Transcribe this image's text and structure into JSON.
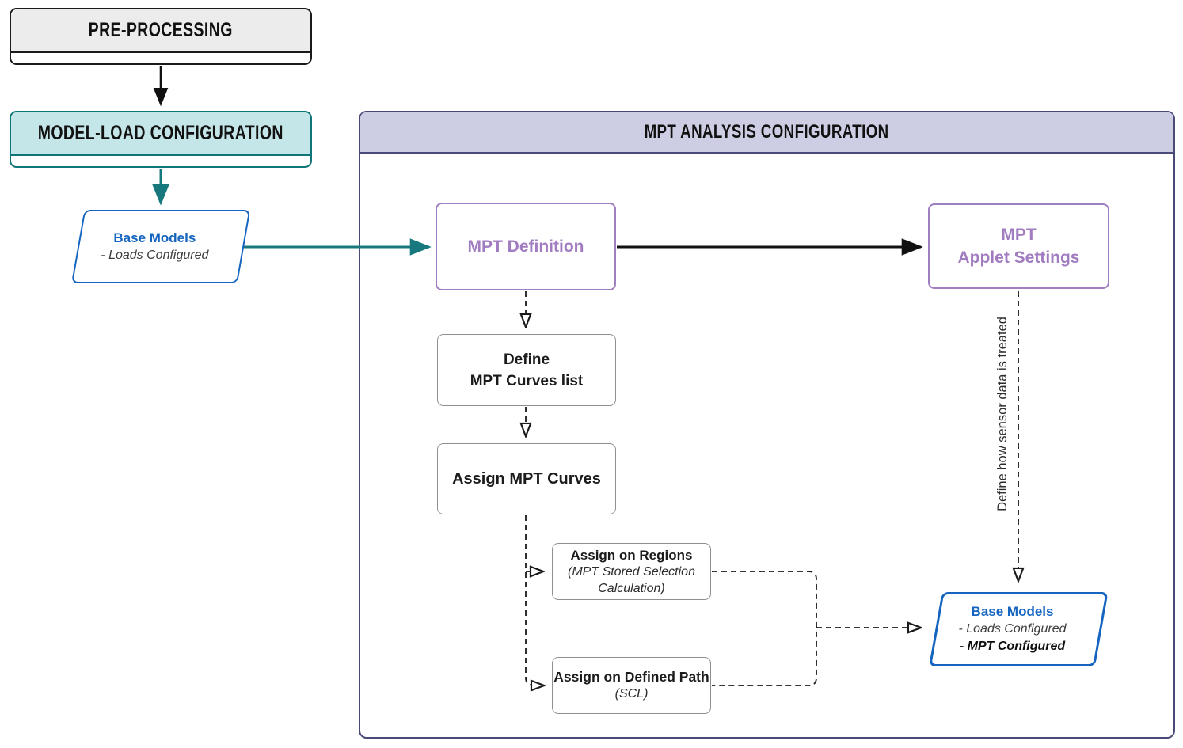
{
  "nodes": {
    "preprocessing": {
      "title": "PRE-PROCESSING"
    },
    "model_load": {
      "title": "MODEL-LOAD CONFIGURATION"
    },
    "container": {
      "title": "MPT ANALYSIS CONFIGURATION"
    },
    "base_models_left": {
      "title": "Base Models",
      "line1": "- Loads Configured"
    },
    "mpt_definition": {
      "title": "MPT Definition"
    },
    "mpt_applet": {
      "line1": "MPT",
      "line2": "Applet Settings"
    },
    "define_curves": {
      "line1": "Define",
      "line2": "MPT Curves list"
    },
    "assign_curves": {
      "title": "Assign MPT Curves"
    },
    "assign_regions": {
      "title": "Assign on Regions",
      "sub1": "(MPT Stored Selection",
      "sub2": "Calculation)"
    },
    "assign_path": {
      "title": "Assign on Defined Path",
      "sub": "(SCL)"
    },
    "base_models_right": {
      "title": "Base Models",
      "line1": "- Loads Configured",
      "line2": "- MPT Configured"
    }
  },
  "annotations": {
    "applet_note": "Define how sensor data is treated"
  },
  "colors": {
    "teal_arrow": "#17797E",
    "teal_fill": "#C5E6E8",
    "teal_border": "#0E7579",
    "container_border": "#4A4A78",
    "container_header_fill": "#CDCDE3",
    "purple_box_border": "#A07EC2",
    "purple_text": "#A27CC0",
    "blue_accent": "#1565C0",
    "grey_header_fill": "#ECECEC",
    "grey_box_border": "#8F8F8F",
    "black": "#1a1a1a"
  }
}
